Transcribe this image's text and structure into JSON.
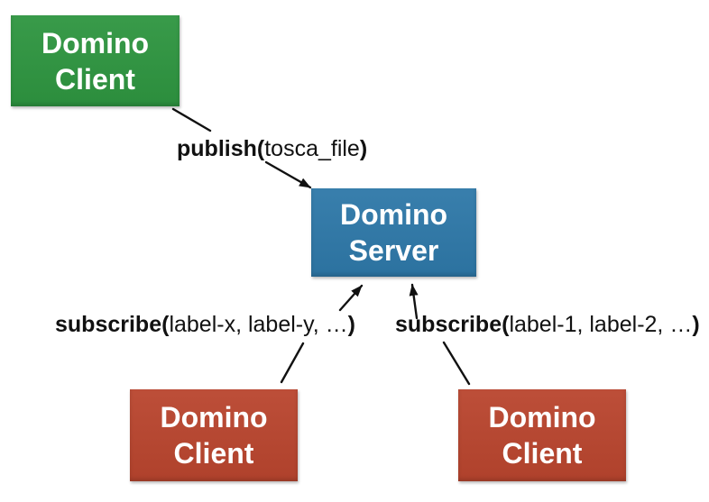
{
  "colors": {
    "publisher_green": "#2e9540",
    "server_blue": "#2e78a8",
    "subscriber_red": "#b9452e",
    "arrow_black": "#111111",
    "node_text": "#ffffff",
    "canvas_bg": "#ffffff"
  },
  "nodes": {
    "publisher_client": {
      "line1": "Domino",
      "line2": "Client"
    },
    "server": {
      "line1": "Domino",
      "line2": "Server"
    },
    "subscriber_client_left": {
      "line1": "Domino",
      "line2": "Client"
    },
    "subscriber_client_right": {
      "line1": "Domino",
      "line2": "Client"
    }
  },
  "edge_labels": {
    "publish": {
      "fn": "publish(",
      "args": "tosca_file",
      "close": ")"
    },
    "subscribe_left": {
      "fn": "subscribe(",
      "args": "label-x, label-y, …",
      "close": ")"
    },
    "subscribe_right": {
      "fn": "subscribe(",
      "args": "label-1, label-2, …",
      "close": ")"
    }
  }
}
